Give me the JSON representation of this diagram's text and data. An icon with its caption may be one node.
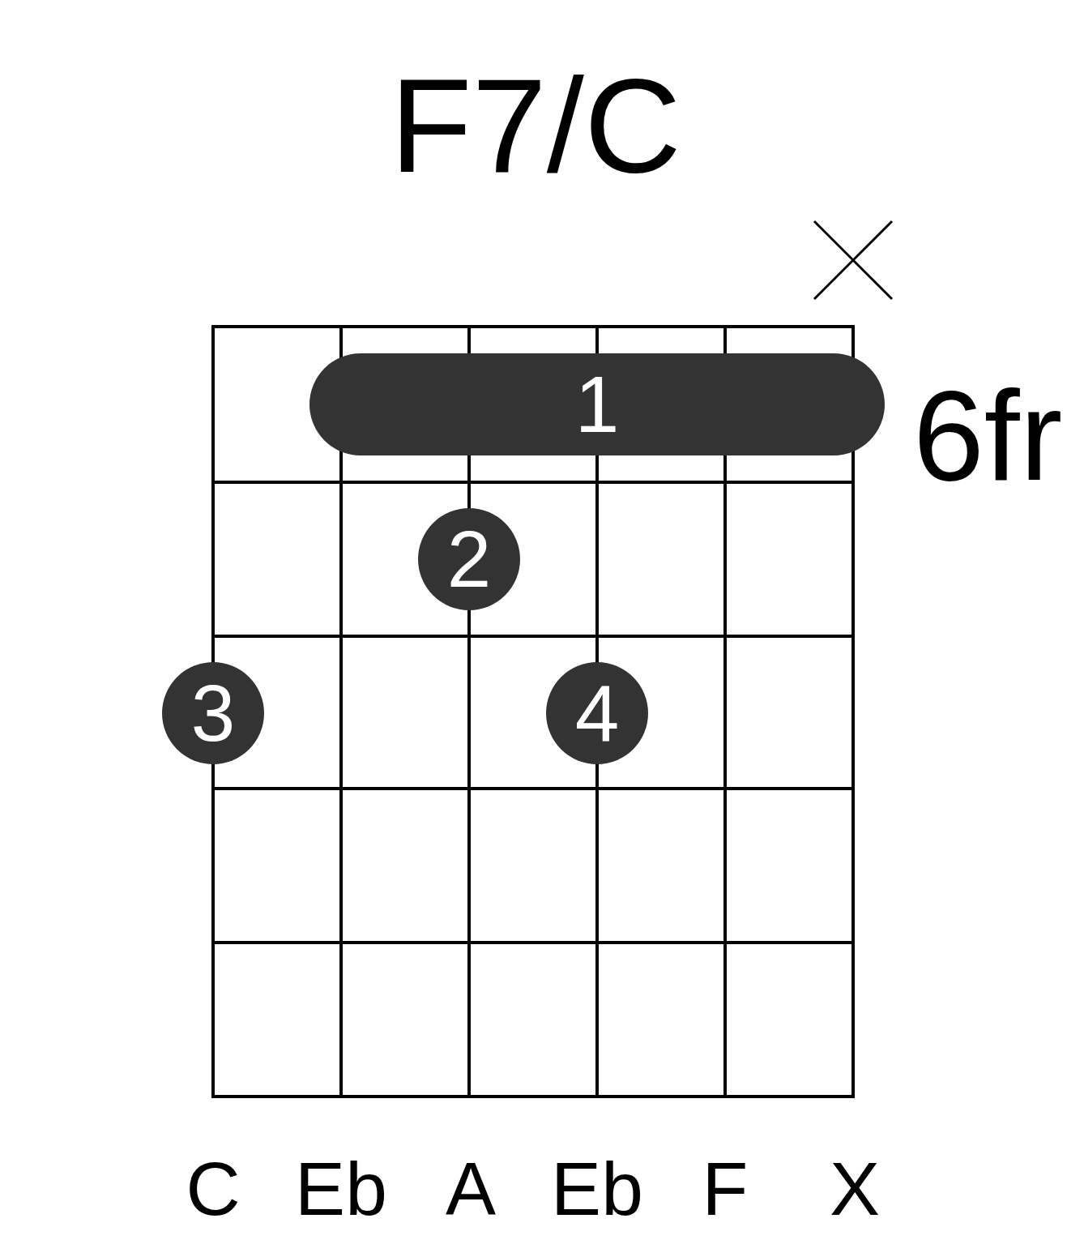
{
  "diagram": {
    "title": "F7/C",
    "nodes": [
      {
        "text": [
          "1"
        ]
      },
      {
        "text": [
          "2"
        ]
      },
      {
        "text": [
          "3"
        ]
      },
      {
        "text": [
          "4"
        ]
      }
    ],
    "labels": [
      "6fr",
      "C",
      "Eb",
      "A",
      "Eb",
      "F",
      "X"
    ]
  }
}
